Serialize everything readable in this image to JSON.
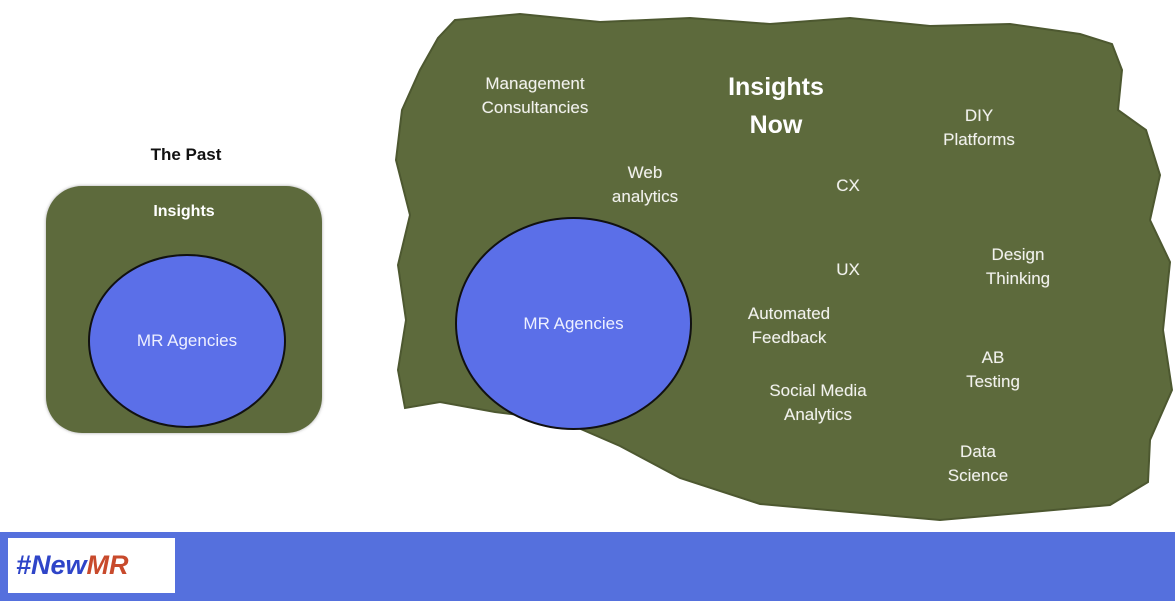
{
  "colors": {
    "olive": "#5d6a3c",
    "circle_blue": "#5b6fe8",
    "footer_blue": "#5570dd",
    "logo_blue": "#2f45c8",
    "logo_red": "#c84a2c"
  },
  "past": {
    "title": "The Past",
    "box_label": "Insights",
    "circle_label": "MR Agencies"
  },
  "now": {
    "title_line1": "Insights",
    "title_line2": "Now",
    "circle_label": "MR Agencies",
    "labels": [
      {
        "lines": [
          "Management",
          "Consultancies"
        ]
      },
      {
        "lines": [
          "DIY",
          "Platforms"
        ]
      },
      {
        "lines": [
          "Web",
          "analytics"
        ]
      },
      {
        "lines": [
          "CX"
        ]
      },
      {
        "lines": [
          "UX"
        ]
      },
      {
        "lines": [
          "Design",
          "Thinking"
        ]
      },
      {
        "lines": [
          "Automated",
          "Feedback"
        ]
      },
      {
        "lines": [
          "AB",
          "Testing"
        ]
      },
      {
        "lines": [
          "Social Media",
          "Analytics"
        ]
      },
      {
        "lines": [
          "Data",
          "Science"
        ]
      }
    ]
  },
  "footer": {
    "logo_prefix": "#New",
    "logo_suffix": "MR"
  }
}
